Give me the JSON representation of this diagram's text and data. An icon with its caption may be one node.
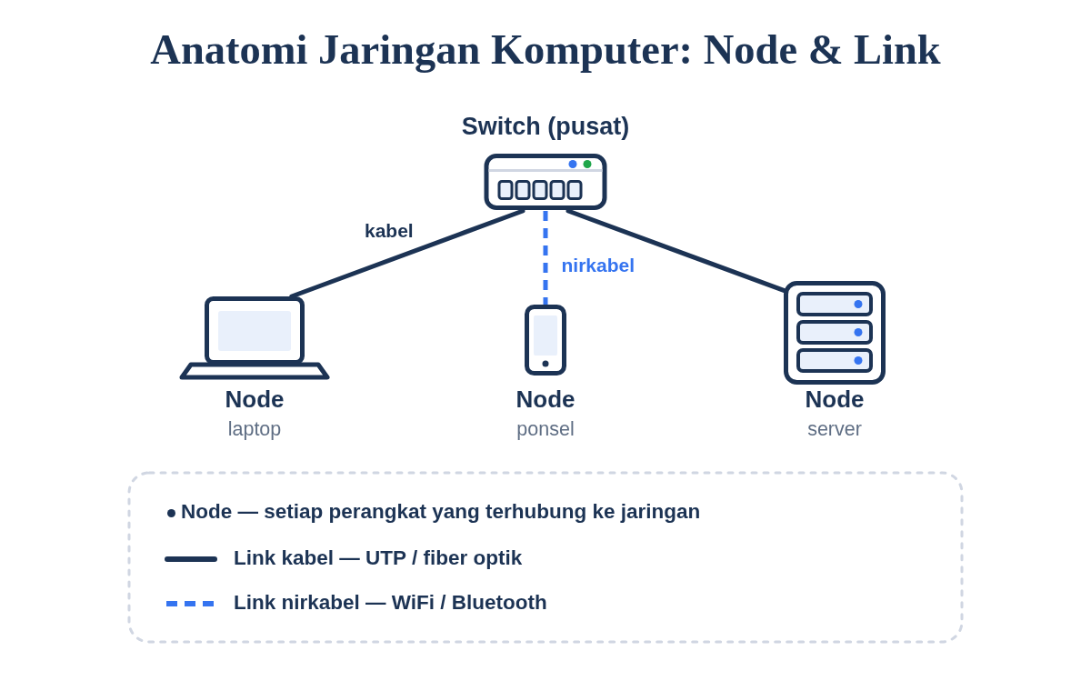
{
  "diagram": {
    "title": "Anatomi Jaringan Komputer: Node & Link",
    "nodes": [
      {
        "text": [
          "Switch (pusat)"
        ]
      },
      {
        "text": [
          "Node",
          "laptop"
        ]
      },
      {
        "text": [
          "Node",
          "ponsel"
        ]
      },
      {
        "text": [
          "Node",
          "server"
        ]
      }
    ],
    "edges": [
      {
        "from": 0,
        "to": 1,
        "arrow": "none",
        "label": "kabel"
      },
      {
        "from": 0,
        "to": 2,
        "arrow": "none",
        "label": "nirkabel",
        "style": "dashed",
        "color": "#3574f0"
      },
      {
        "from": 0,
        "to": 3,
        "arrow": "none"
      }
    ],
    "legend": [
      {
        "text": "Node — setiap perangkat yang terhubung ke jaringan"
      },
      {
        "text": "Link kabel — UTP / fiber optik"
      },
      {
        "text": "Link nirkabel — WiFi / Bluetooth"
      }
    ]
  }
}
